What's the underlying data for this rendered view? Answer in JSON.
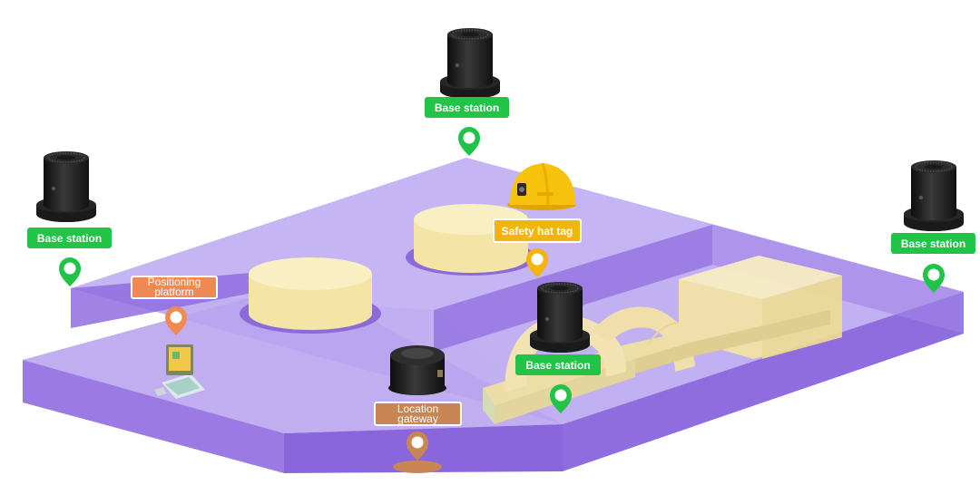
{
  "colors": {
    "floor_top": "#b7a3ee",
    "floor_side": "#8f6ddf",
    "accent_green": "#22c447",
    "accent_yellow": "#f5b40a",
    "accent_orange": "#ef8a55",
    "accent_brown": "#c98654",
    "structure": "#f6e7a8"
  },
  "labels": {
    "base_station_top": "Base station",
    "base_station_left": "Base station",
    "base_station_right": "Base station",
    "base_station_center": "Base station",
    "safety_hat_tag": "Safety hat tag",
    "positioning_platform": "Positioning platform",
    "location_gateway": "Location gateway"
  },
  "icons": [
    "base-station-device",
    "location-pin-icon",
    "safety-helmet",
    "computer-terminal",
    "gateway-device"
  ]
}
